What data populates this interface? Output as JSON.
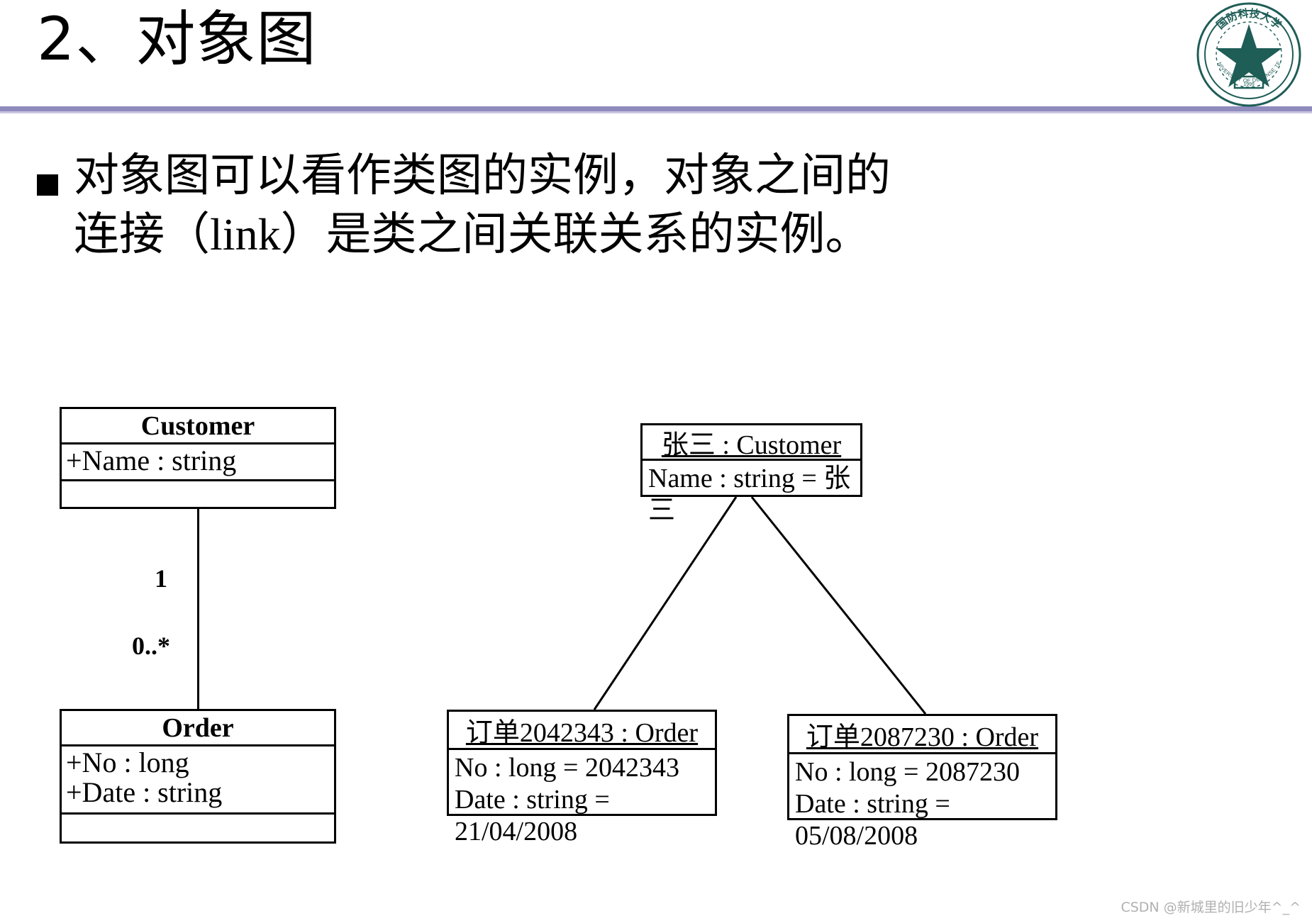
{
  "slide": {
    "title": "2、对象图",
    "accent_color": "#8f8bbd",
    "bullet": {
      "line1": "对象图可以看作类图的实例，对象之间的",
      "line2_pre": "连接（",
      "line2_latin": "link",
      "line2_post": "）是类之间关联关系的实例。"
    },
    "watermark": "CSDN @新城里的旧少年^_^"
  },
  "logo": {
    "name": "nudt-emblem",
    "ring_text_cn": "国防科技大学",
    "ring_text_en": "NATIONAL UNIVERSITY OF DEFENSE TECHNOLOGY",
    "year": "1999",
    "color": "#1f5d57"
  },
  "class_diagram": {
    "customer": {
      "name": "Customer",
      "attributes": [
        "+Name : string"
      ],
      "operations": []
    },
    "order": {
      "name": "Order",
      "attributes": [
        "+No : long",
        "+Date : string"
      ],
      "operations": []
    },
    "association": {
      "source_multiplicity": "1",
      "target_multiplicity": "0..*"
    }
  },
  "object_diagram": {
    "customer_object": {
      "name": "张三 : Customer",
      "slots": [
        "Name : string = 张三"
      ]
    },
    "order_objects": [
      {
        "name": "订单2042343 : Order",
        "slots": [
          "No : long = 2042343",
          "Date : string = 21/04/2008"
        ]
      },
      {
        "name": "订单2087230 : Order",
        "slots": [
          "No : long = 2087230",
          "Date : string = 05/08/2008"
        ]
      }
    ]
  }
}
